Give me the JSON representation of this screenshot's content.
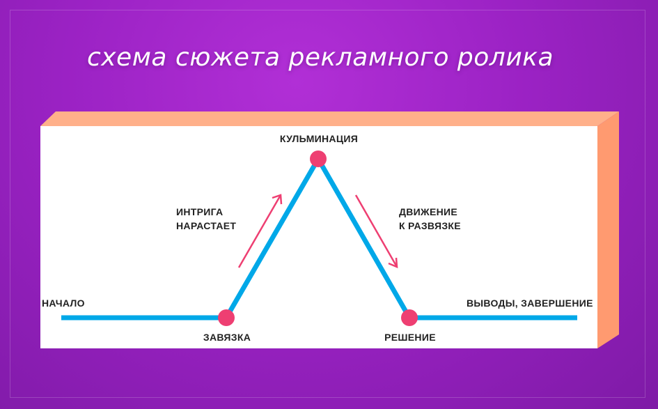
{
  "title": "схема сюжета рекламного ролика",
  "labels": {
    "start": "НАЧАЛО",
    "setup": "ЗАВЯЗКА",
    "climax": "КУЛЬМИНАЦИЯ",
    "rising_line1": "ИНТРИГА",
    "rising_line2": "НАРАСТАЕТ",
    "falling_line1": "ДВИЖЕНИЕ",
    "falling_line2": "К РАЗВЯЗКЕ",
    "resolution": "РЕШЕНИЕ",
    "end": "ВЫВОДЫ, ЗАВЕРШЕНИЕ"
  },
  "colors": {
    "background": "#9b22c4",
    "board": "#ffffff",
    "board_side": "#ff9a70",
    "line": "#00a8e8",
    "node": "#ee3f72",
    "arrow": "#ee3f72",
    "text": "#222222"
  }
}
